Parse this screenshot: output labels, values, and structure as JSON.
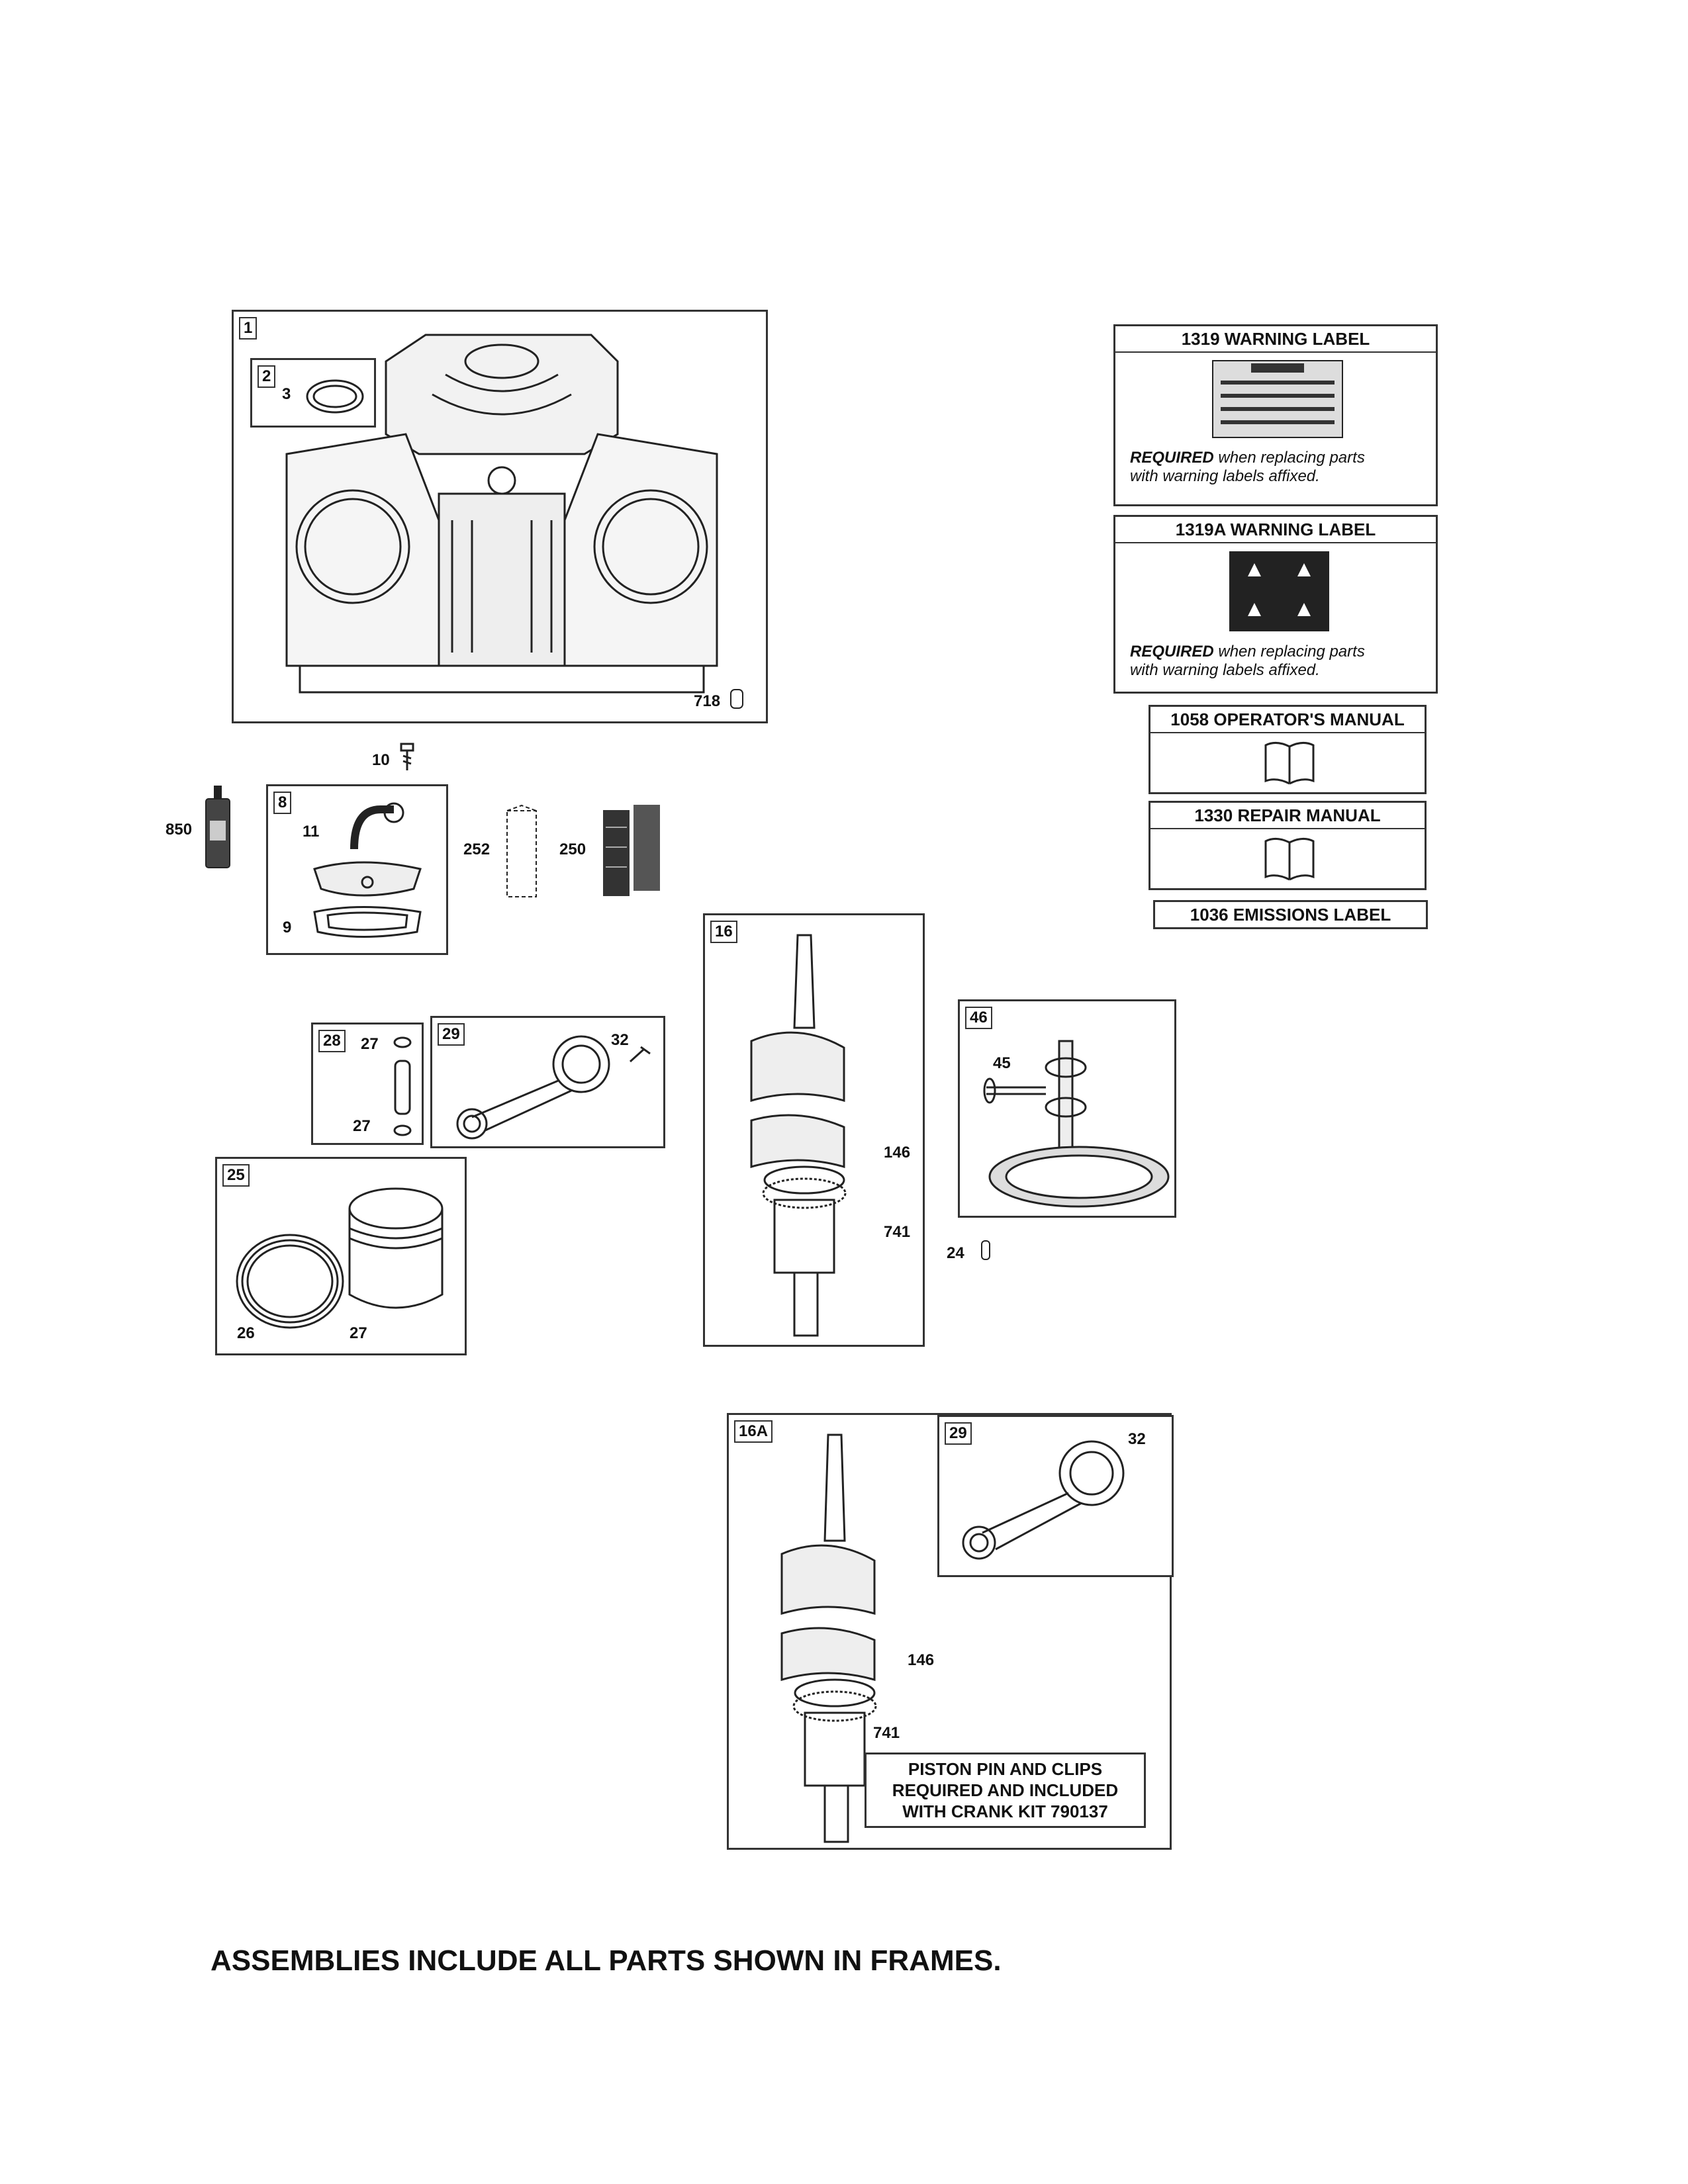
{
  "frames": {
    "f1": {
      "tag": "1"
    },
    "f2": {
      "tag": "2"
    },
    "f8": {
      "tag": "8"
    },
    "f16": {
      "tag": "16"
    },
    "f16a": {
      "tag": "16A"
    },
    "f28": {
      "tag": "28"
    },
    "f29a": {
      "tag": "29"
    },
    "f29b": {
      "tag": "29"
    },
    "f25": {
      "tag": "25"
    },
    "f46": {
      "tag": "46"
    }
  },
  "callouts": {
    "p3": "3",
    "p718": "718",
    "p10": "10",
    "p850": "850",
    "p11": "11",
    "p9": "9",
    "p252": "252",
    "p250": "250",
    "p27a": "27",
    "p27b": "27",
    "p32a": "32",
    "p146a": "146",
    "p741a": "741",
    "p45": "45",
    "p24": "24",
    "p26": "26",
    "p27c": "27",
    "p32b": "32",
    "p146b": "146",
    "p741b": "741"
  },
  "labels": {
    "l1319": {
      "title": "1319 WARNING LABEL",
      "req_bold": "REQUIRED",
      "req_rest": " when replacing parts",
      "req_line2": "with warning labels affixed."
    },
    "l1319a": {
      "title": "1319A WARNING LABEL",
      "req_bold": "REQUIRED",
      "req_rest": " when replacing parts",
      "req_line2": "with warning labels affixed."
    },
    "l1058": {
      "title": "1058 OPERATOR'S MANUAL"
    },
    "l1330": {
      "title": "1330 REPAIR MANUAL"
    },
    "l1036": {
      "title": "1036 EMISSIONS LABEL"
    }
  },
  "note": {
    "line1": "PISTON PIN AND CLIPS",
    "line2": "REQUIRED AND INCLUDED",
    "line3": "WITH CRANK KIT 790137"
  },
  "footer": "ASSEMBLIES INCLUDE ALL PARTS SHOWN IN FRAMES.",
  "icons": [
    "engine-block-icon",
    "seal-ring-icon",
    "tube-bottle-icon",
    "breather-icon",
    "filter-icon",
    "connecting-rod-icon",
    "crankshaft-icon",
    "camshaft-gear-icon",
    "piston-icon",
    "book-icon"
  ]
}
